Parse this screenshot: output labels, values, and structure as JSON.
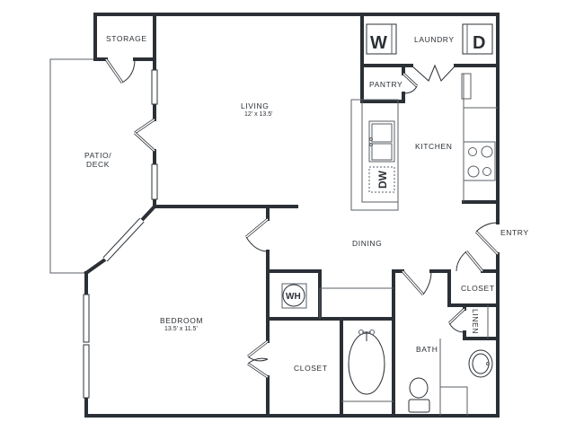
{
  "floorplan": {
    "rooms": {
      "storage": {
        "label": "STORAGE"
      },
      "laundry": {
        "label": "LAUNDRY"
      },
      "pantry": {
        "label": "PANTRY"
      },
      "living": {
        "label": "LIVING",
        "dimensions": "12' x 13.5'"
      },
      "kitchen": {
        "label": "KITCHEN"
      },
      "patio": {
        "label_line1": "PATIO/",
        "label_line2": "DECK"
      },
      "dining": {
        "label": "DINING"
      },
      "entry": {
        "label": "ENTRY"
      },
      "closet_entry": {
        "label": "CLOSET"
      },
      "linen": {
        "label": "LINEN"
      },
      "bedroom": {
        "label": "BEDROOM",
        "dimensions": "13.5' x 11.5'"
      },
      "closet_bedroom": {
        "label": "CLOSET"
      },
      "bath": {
        "label": "BATH"
      }
    },
    "fixtures": {
      "washer": "W",
      "dryer": "D",
      "dishwasher": "DW",
      "water_heater": "WH"
    },
    "colors": {
      "wall": "#2b3036",
      "background": "#ffffff"
    }
  }
}
